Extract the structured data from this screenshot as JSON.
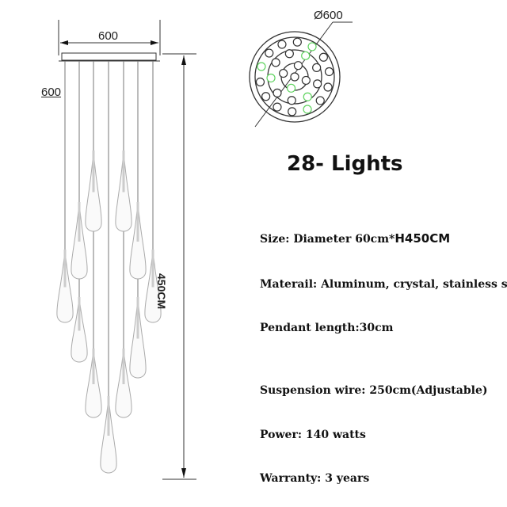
{
  "dimensions": {
    "width_label": "600",
    "depth_label": "600",
    "diameter_label": "Ø600",
    "height_label": "450CM"
  },
  "title": "28- Lights",
  "specs": [
    {
      "text": "Size: Diameter 60cm*",
      "highlight": "H450CM"
    },
    {
      "text": "Materail: Aluminum, crystal, stainless steel"
    },
    {
      "text": "Pendant length:30cm"
    },
    {
      "text": "Suspension wire: 250cm(Adjustable)"
    },
    {
      "text": "Power: 140 watts"
    },
    {
      "text": "Warranty: 3 years"
    }
  ],
  "colors": {
    "line": "#333333",
    "highlight_circle": "#5fd35f"
  }
}
